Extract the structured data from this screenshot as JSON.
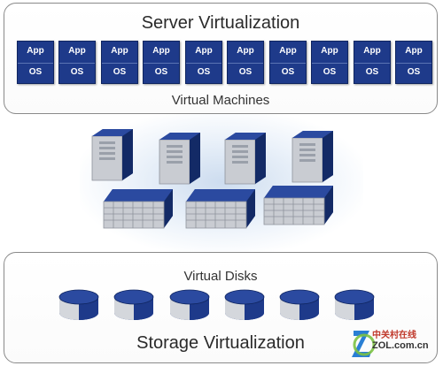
{
  "server_panel": {
    "title": "Server Virtualization",
    "caption": "Virtual Machines",
    "vms": [
      {
        "app": "App",
        "os": "OS"
      },
      {
        "app": "App",
        "os": "OS"
      },
      {
        "app": "App",
        "os": "OS"
      },
      {
        "app": "App",
        "os": "OS"
      },
      {
        "app": "App",
        "os": "OS"
      },
      {
        "app": "App",
        "os": "OS"
      },
      {
        "app": "App",
        "os": "OS"
      },
      {
        "app": "App",
        "os": "OS"
      },
      {
        "app": "App",
        "os": "OS"
      },
      {
        "app": "App",
        "os": "OS"
      }
    ]
  },
  "hardware": {
    "tower_servers": 4,
    "storage_arrays": 3
  },
  "storage_panel": {
    "caption": "Virtual Disks",
    "title": "Storage Virtualization",
    "disks": 6
  },
  "watermark": {
    "cn_text": "中关村在线",
    "site": "ZOL.com.cn"
  },
  "colors": {
    "navy": "#1e3a8a",
    "navy_dark": "#132a66",
    "gray_face": "#c9ccd2",
    "glow": "#c4d6ec"
  }
}
